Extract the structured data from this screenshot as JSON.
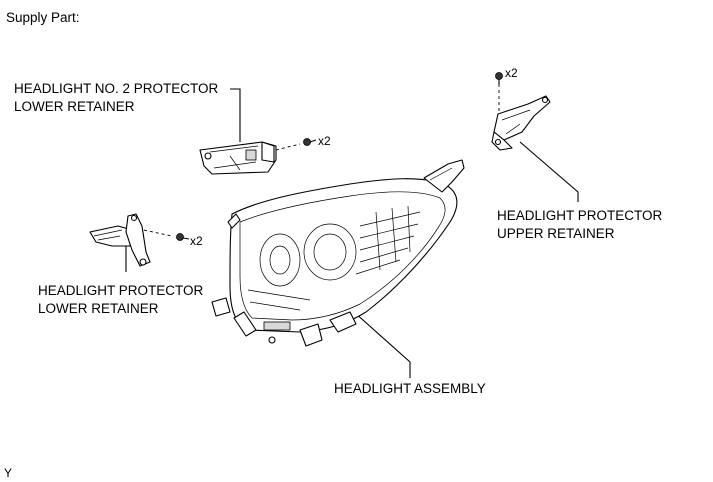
{
  "header": {
    "title": "Supply Part:"
  },
  "parts": {
    "no2_lower_retainer": {
      "line1": "HEADLIGHT NO. 2 PROTECTOR",
      "line2": "LOWER RETAINER",
      "qty": "x2"
    },
    "upper_retainer": {
      "line1": "HEADLIGHT PROTECTOR",
      "line2": "UPPER RETAINER",
      "qty": "x2"
    },
    "lower_retainer": {
      "line1": "HEADLIGHT PROTECTOR",
      "line2": "LOWER RETAINER",
      "qty": "x2"
    },
    "assembly": {
      "line1": "HEADLIGHT ASSEMBLY"
    }
  },
  "footer": {
    "code": "Y"
  }
}
